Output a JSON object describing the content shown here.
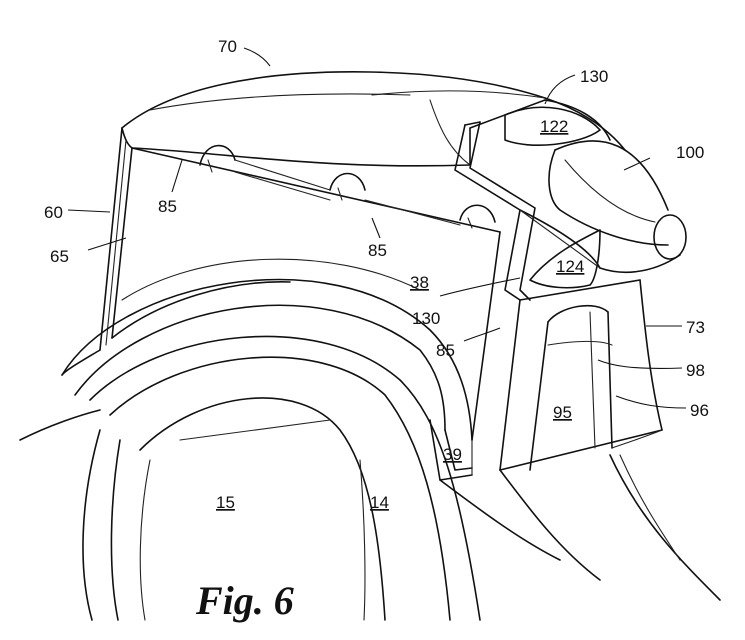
{
  "figure": {
    "caption": "Fig. 6",
    "labels": {
      "l70": "70",
      "l130a": "130",
      "l122": "122",
      "l100": "100",
      "l60": "60",
      "l85a": "85",
      "l65": "65",
      "l85b": "85",
      "l124": "124",
      "l38": "38",
      "l130b": "130",
      "l73": "73",
      "l85c": "85",
      "l98": "98",
      "l95": "95",
      "l96": "96",
      "l39": "39",
      "l15": "15",
      "l14": "14"
    }
  }
}
